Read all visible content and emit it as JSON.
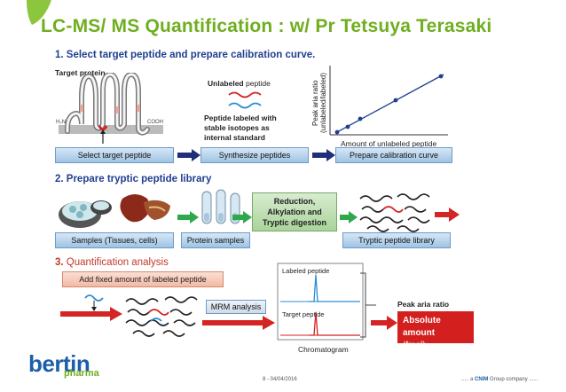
{
  "title": "LC-MS/ MS Quantification : w/  Pr Tetsuya Terasaki",
  "section1": {
    "heading": "1. Select target peptide and prepare calibration curve.",
    "target_protein": "Target protein",
    "h2n": "H₂N",
    "cooh": "COOH",
    "unlabeled_word": "Unlabeled",
    "unlabeled_rest": "peptide",
    "labeled_text_1": "Peptide labeled with",
    "labeled_text_2": "stable isotopes as",
    "labeled_text_3": "internal standard",
    "ylabel_1": "Peak aria ratio",
    "ylabel_2": "(unlabeled/labeled)",
    "xlabel": "Amount of unlabeled peptide",
    "box_select": "Select target peptide",
    "box_synthesize": "Synthesize peptides",
    "box_calibration": "Prepare calibration curve"
  },
  "section2": {
    "heading": "2. Prepare tryptic peptide library",
    "box_samples": "Samples (Tissues, cells)",
    "box_protein": "Protein samples",
    "green_1": "Reduction,",
    "green_2": "Alkylation and",
    "green_3": "Tryptic digestion",
    "box_library": "Tryptic peptide library"
  },
  "section3": {
    "heading_num": "3.",
    "heading_text": "Quantification analysis",
    "box_add": "Add fixed amount of labeled peptide",
    "box_mrm": "MRM analysis",
    "labeled_peptide": "Labeled peptide",
    "target_peptide": "Target peptide",
    "chromatogram": "Chromatogram",
    "peak_ratio": "Peak aria ratio",
    "result_1": "Absolute amount",
    "result_2": "(fmol)"
  },
  "footer": {
    "page": "8 - 04/04/2016",
    "logo_main": "bertin",
    "logo_sub": "pharma",
    "group_prefix": "..... a",
    "group_name": "CNIM",
    "group_suffix": "Group company ......"
  },
  "colors": {
    "title_green": "#6fae1f",
    "heading_blue": "#1f3f8f",
    "heading_red": "#c0392b",
    "arrow_navy": "#1f2f7a",
    "arrow_green": "#2ea84a",
    "arrow_red": "#d42424",
    "result_red": "#d41f1f"
  }
}
